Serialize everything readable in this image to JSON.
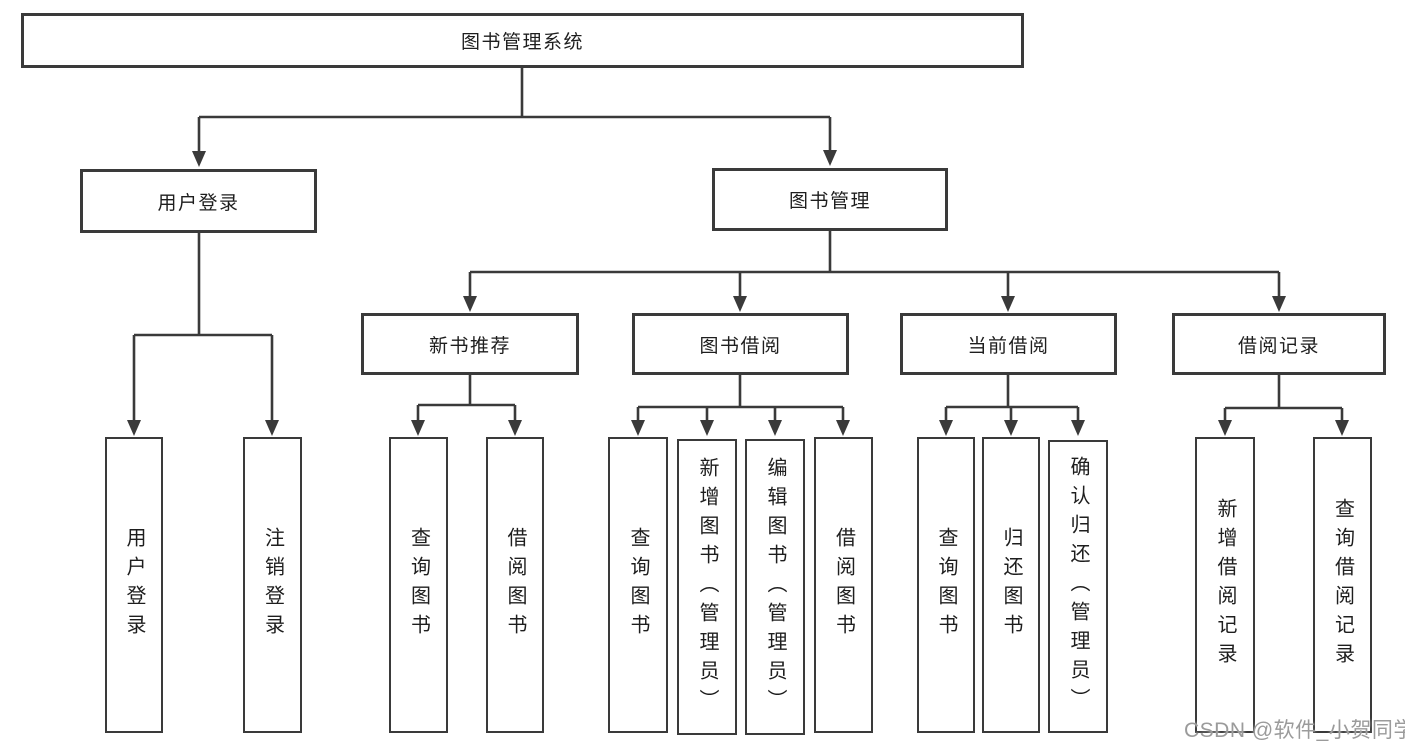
{
  "nodes": {
    "system": "图书管理系统",
    "user_login": "用户登录",
    "book_mgmt": "图书管理",
    "new_book_rec": "新书推荐",
    "book_borrow": "图书借阅",
    "current_borrow": "当前借阅",
    "borrow_record": "借阅记录",
    "leaf_user_login": "用户登录",
    "leaf_logout": "注销登录",
    "leaf_rec_query": "查询图书",
    "leaf_rec_borrow": "借阅图书",
    "leaf_bb_query": "查询图书",
    "leaf_bb_add": "新增图书（管理员）",
    "leaf_bb_edit": "编辑图书（管理员）",
    "leaf_bb_borrow": "借阅图书",
    "leaf_cb_query": "查询图书",
    "leaf_cb_return": "归还图书",
    "leaf_cb_confirm": "确认归还（管理员）",
    "leaf_br_add": "新增借阅记录",
    "leaf_br_query": "查询借阅记录"
  },
  "hierarchy": {
    "图书管理系统": {
      "用户登录": [
        "用户登录",
        "注销登录"
      ],
      "图书管理": {
        "新书推荐": [
          "查询图书",
          "借阅图书"
        ],
        "图书借阅": [
          "查询图书",
          "新增图书（管理员）",
          "编辑图书（管理员）",
          "借阅图书"
        ],
        "当前借阅": [
          "查询图书",
          "归还图书",
          "确认归还（管理员）"
        ],
        "借阅记录": [
          "新增借阅记录",
          "查询借阅记录"
        ]
      }
    }
  },
  "watermark": "CSDN @软件_小贺同学",
  "colors": {
    "line": "#3a3a3a",
    "text": "#1e1e1e",
    "watermark": "#9b9b9b",
    "background": "#ffffff"
  }
}
